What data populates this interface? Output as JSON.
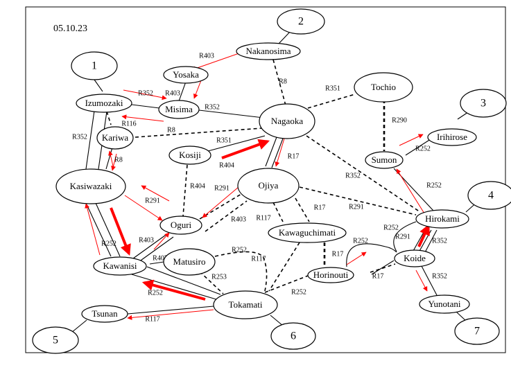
{
  "date": "05.10.23",
  "places": {
    "nakanosima": "Nakanosima",
    "yosaka": "Yosaka",
    "izumozaki": "Izumozaki",
    "misima": "Misima",
    "kariwa": "Kariwa",
    "nagaoka": "Nagaoka",
    "tochio": "Tochio",
    "kosiji": "Kosiji",
    "kasiwazaki": "Kasiwazaki",
    "ojiya": "Ojiya",
    "oguri": "Oguri",
    "sumon": "Sumon",
    "irihirose": "Irihirose",
    "hirokami": "Hirokami",
    "kawaguchimati": "Kawaguchimati",
    "matusiro": "Matusiro",
    "kawanisi": "Kawanisi",
    "horinouti": "Horinouti",
    "koide": "Koide",
    "tokamati": "Tokamati",
    "tsunan": "Tsunan",
    "yunotani": "Yunotani"
  },
  "gateways": [
    "1",
    "2",
    "3",
    "4",
    "5",
    "6",
    "7"
  ],
  "routes": {
    "r403a": "R403",
    "r8a": "R8",
    "r351a": "R351",
    "r352a": "R352",
    "r403b": "R403",
    "r352b": "R352",
    "r116": "R116",
    "r8b": "R8",
    "r352c": "R352",
    "r8c": "R8",
    "r351b": "R351",
    "r404a": "R404",
    "r17a": "R17",
    "r290": "R290",
    "r252a": "R252",
    "r352d": "R352",
    "r252b": "R252",
    "r404b": "R404",
    "r291a": "R291",
    "r291b": "R291",
    "r403c": "R403",
    "r117a": "R117",
    "r17b": "R17",
    "r291c": "R291",
    "r252c": "R252",
    "r291d": "R291",
    "r352e": "R352",
    "r403d": "R403",
    "r407": "R407",
    "r252d": "R252",
    "r252e": "R252",
    "r117b": "R117",
    "r17c": "R17",
    "r252f": "R252",
    "r253": "R253",
    "r17d": "R17",
    "r252g": "R252",
    "r352f": "R352",
    "r252h": "R252",
    "r117c": "R117"
  }
}
